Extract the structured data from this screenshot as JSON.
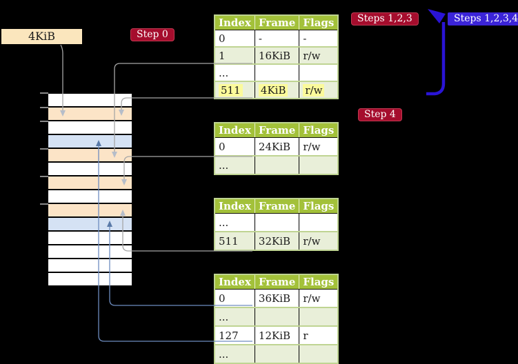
{
  "page_size_label": "4KiB",
  "badges": {
    "step0": {
      "label": "Step 0"
    },
    "steps123": {
      "label": "Steps 1,2,3"
    },
    "steps1234": {
      "label": "Steps 1,2,3,4"
    },
    "step4": {
      "label": "Step 4"
    }
  },
  "memory_strip": {
    "rows": [
      "white",
      "orange",
      "white",
      "blue",
      "orange",
      "white",
      "orange",
      "white",
      "orange",
      "blue",
      "white",
      "white",
      "white",
      "white"
    ],
    "row_colors": {
      "white": "#ffffff",
      "orange": "#fce4c7",
      "blue": "#d5e2f4"
    },
    "tick_count": 6
  },
  "tables": [
    {
      "name": "page-table-step0",
      "headers": [
        "Index",
        "Frame",
        "Flags"
      ],
      "rows": [
        {
          "cells": [
            "0",
            "-",
            "-"
          ]
        },
        {
          "cells": [
            "1",
            "16KiB",
            "r/w"
          ]
        },
        {
          "cells": [
            "...",
            "",
            ""
          ]
        },
        {
          "cells": [
            "511",
            "4KiB",
            "r/w"
          ],
          "highlight": true
        }
      ]
    },
    {
      "name": "page-table-step4-a",
      "headers": [
        "Index",
        "Frame",
        "Flags"
      ],
      "rows": [
        {
          "cells": [
            "0",
            "24KiB",
            "r/w"
          ]
        },
        {
          "cells": [
            "...",
            "",
            ""
          ]
        }
      ]
    },
    {
      "name": "page-table-step4-b",
      "headers": [
        "Index",
        "Frame",
        "Flags"
      ],
      "rows": [
        {
          "cells": [
            "...",
            "",
            ""
          ]
        },
        {
          "cells": [
            "511",
            "32KiB",
            "r/w"
          ]
        }
      ]
    },
    {
      "name": "page-table-step4-c",
      "headers": [
        "Index",
        "Frame",
        "Flags"
      ],
      "rows": [
        {
          "cells": [
            "0",
            "36KiB",
            "r/w"
          ]
        },
        {
          "cells": [
            "...",
            "",
            ""
          ]
        },
        {
          "cells": [
            "127",
            "12KiB",
            "r"
          ]
        },
        {
          "cells": [
            "...",
            "",
            ""
          ]
        }
      ]
    }
  ],
  "colors": {
    "background": "#000000",
    "table_header_green": "#a3c13a",
    "table_border_green": "#bfd492",
    "table_row_green": "#e9efd9",
    "highlight_yellow": "#fbfa9b",
    "label_wheat": "#fbe6bd",
    "memory_orange": "#fce4c7",
    "memory_blue": "#d5e2f4",
    "badge_red": "#a50d2d",
    "badge_blue": "#3b24d8",
    "connector_gray": "#a6a6a6",
    "connector_blue": "#6d8cbf",
    "loop_arrow_blue": "#2a14d6"
  }
}
